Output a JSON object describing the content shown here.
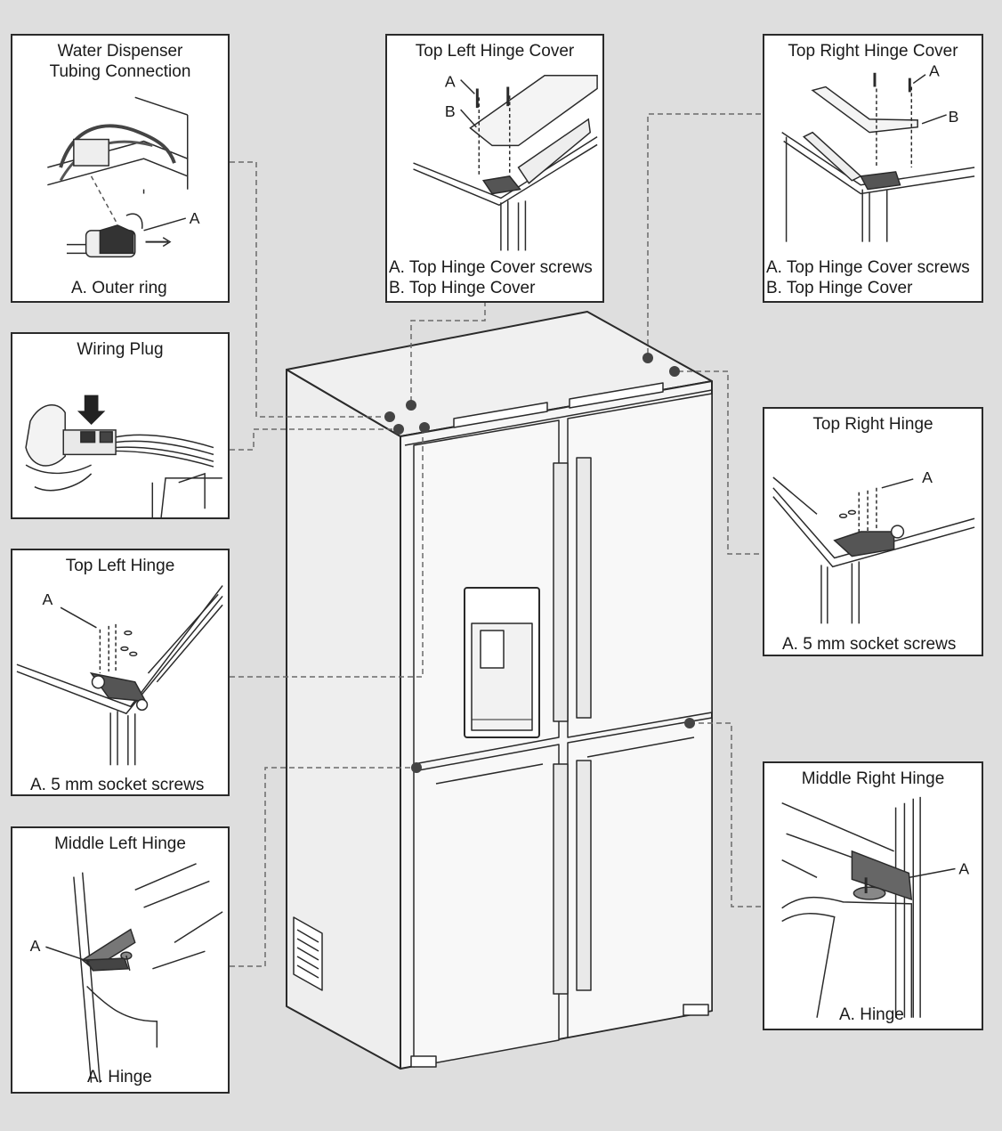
{
  "panels": {
    "water_dispenser": {
      "title": "Water Dispenser\nTubing Connection",
      "callout_a": "A",
      "captions": [
        "A. Outer ring"
      ]
    },
    "wiring_plug": {
      "title": "Wiring Plug"
    },
    "top_left_hinge": {
      "title": "Top Left Hinge",
      "callout_a": "A",
      "captions": [
        "A. 5 mm socket screws"
      ]
    },
    "middle_left_hinge": {
      "title": "Middle Left Hinge",
      "callout_a": "A",
      "captions": [
        "A. Hinge"
      ]
    },
    "top_left_hinge_cover": {
      "title": "Top Left Hinge Cover",
      "callout_a": "A",
      "callout_b": "B",
      "captions": [
        "A. Top Hinge Cover screws",
        "B. Top Hinge Cover"
      ]
    },
    "top_right_hinge_cover": {
      "title": "Top Right Hinge Cover",
      "callout_a": "A",
      "callout_b": "B",
      "captions": [
        "A. Top Hinge Cover screws",
        "B. Top Hinge Cover"
      ]
    },
    "top_right_hinge": {
      "title": "Top Right Hinge",
      "callout_a": "A",
      "captions": [
        "A. 5 mm socket screws"
      ]
    },
    "middle_right_hinge": {
      "title": "Middle Right Hinge",
      "callout_a": "A",
      "captions": [
        "A. Hinge"
      ]
    }
  },
  "colors": {
    "background": "#dedede",
    "panel": "#ffffff",
    "line": "#2a2a2a",
    "leader": "#6a6a6a",
    "dot": "#444444",
    "fridge_side": "#eeeeee",
    "fridge_front": "#f6f6f6"
  }
}
